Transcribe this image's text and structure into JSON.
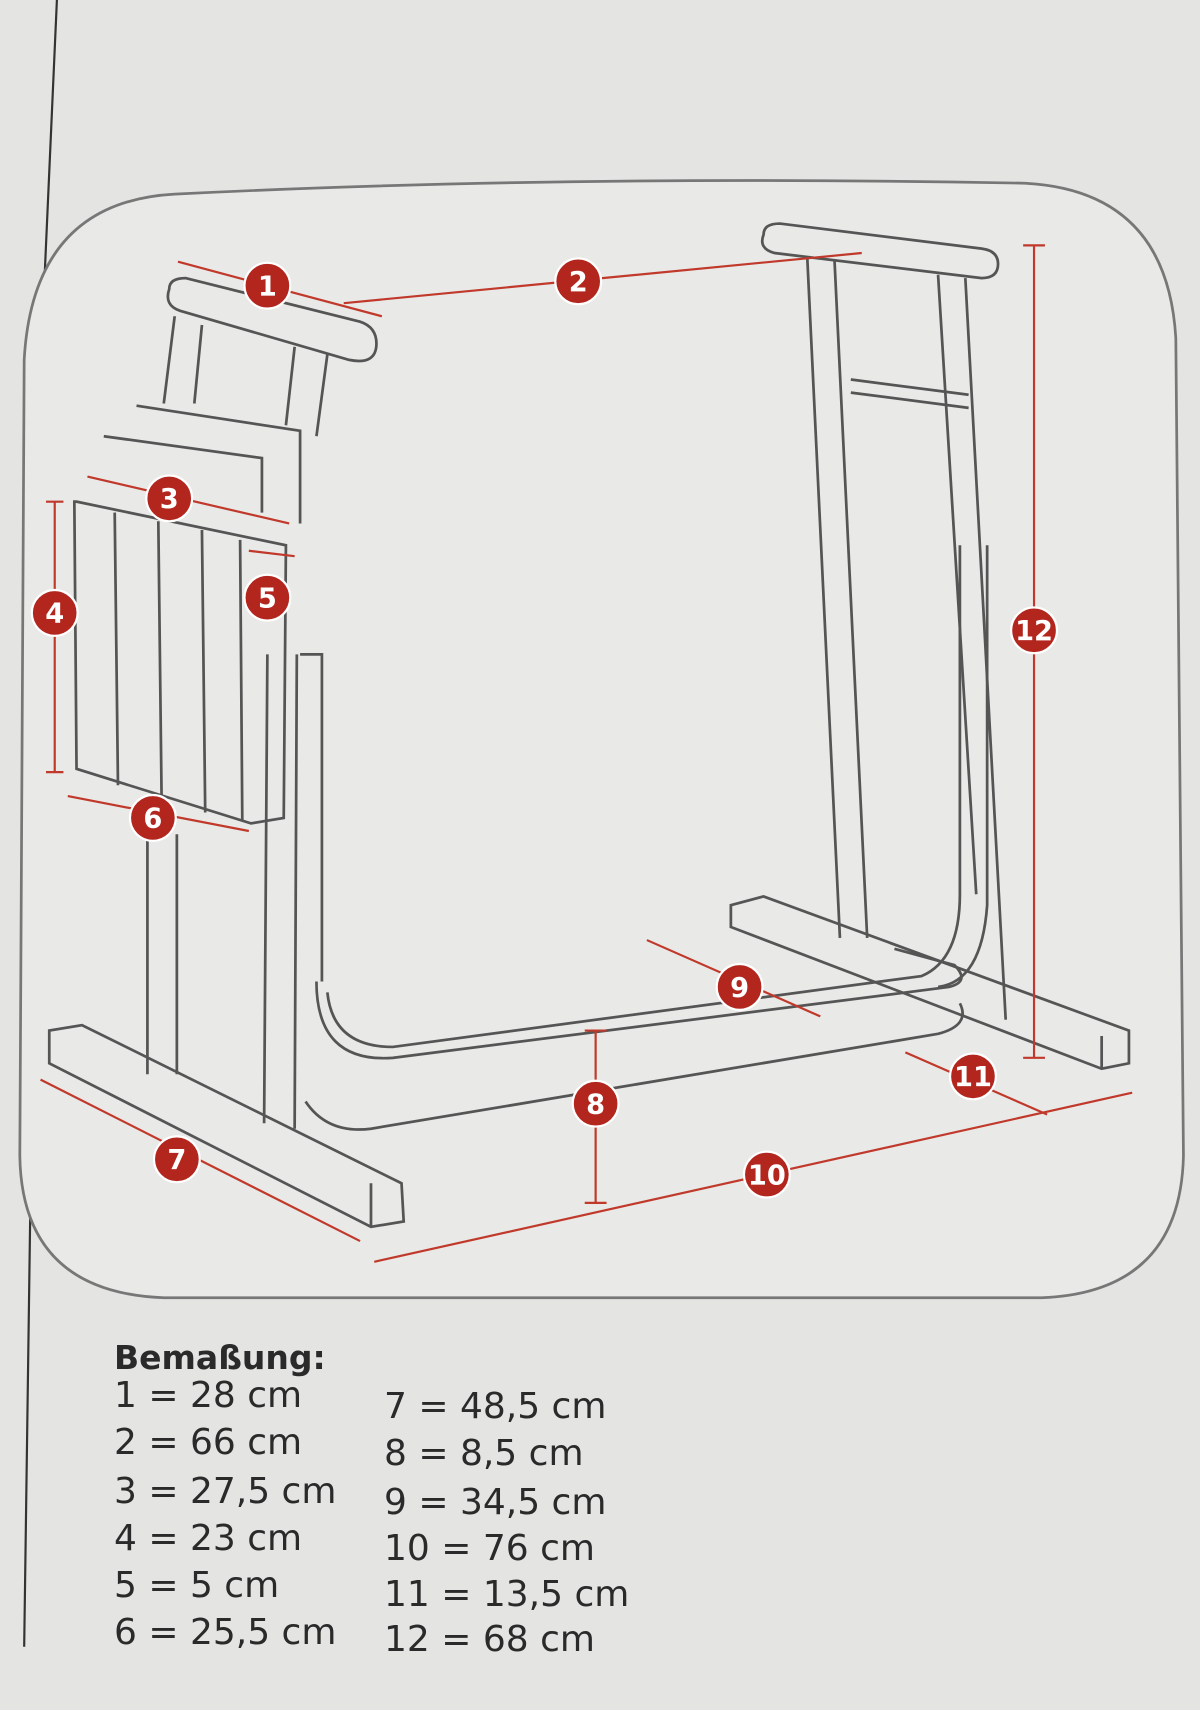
{
  "colors": {
    "accent": "#b3261e",
    "line": "#555555",
    "paper": "#e4e4e2"
  },
  "markers": [
    "1",
    "2",
    "3",
    "4",
    "5",
    "6",
    "7",
    "8",
    "9",
    "10",
    "11",
    "12"
  ],
  "legend": {
    "title": "Bemaßung:",
    "left": [
      "1 = 28 cm",
      "2 = 66 cm",
      "3 = 27,5 cm",
      "4 = 23 cm",
      "5 = 5 cm",
      "6 = 25,5 cm"
    ],
    "right": [
      "7 = 48,5 cm",
      "8 = 8,5 cm",
      "9 = 34,5 cm",
      "10 = 76 cm",
      "11 = 13,5 cm",
      "12 = 68 cm"
    ]
  }
}
